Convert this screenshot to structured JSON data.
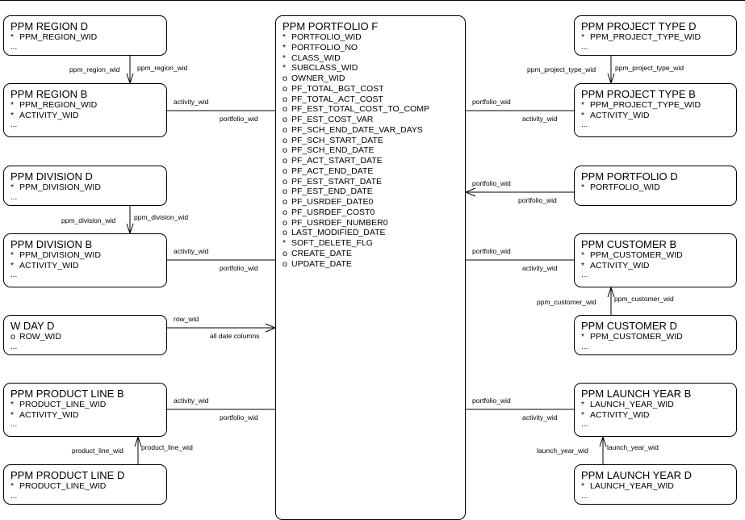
{
  "fact": {
    "title": "PPM PORTFOLIO F",
    "attributes": [
      {
        "sym": "*",
        "name": "PORTFOLIO_WID"
      },
      {
        "sym": "*",
        "name": "PORTFOLIO_NO"
      },
      {
        "sym": "*",
        "name": "CLASS_WID"
      },
      {
        "sym": "*",
        "name": "SUBCLASS_WID"
      },
      {
        "sym": "o",
        "name": "OWNER_WID"
      },
      {
        "sym": "o",
        "name": "PF_TOTAL_BGT_COST"
      },
      {
        "sym": "o",
        "name": "PF_TOTAL_ACT_COST"
      },
      {
        "sym": "o",
        "name": "PF_EST_TOTAL_COST_TO_COMP"
      },
      {
        "sym": "o",
        "name": "PF_EST_COST_VAR"
      },
      {
        "sym": "o",
        "name": "PF_SCH_END_DATE_VAR_DAYS"
      },
      {
        "sym": "o",
        "name": "PF_SCH_START_DATE"
      },
      {
        "sym": "o",
        "name": "PF_SCH_END_DATE"
      },
      {
        "sym": "o",
        "name": "PF_ACT_START_DATE"
      },
      {
        "sym": "o",
        "name": "PF_ACT_END_DATE"
      },
      {
        "sym": "o",
        "name": "PF_EST_START_DATE"
      },
      {
        "sym": "o",
        "name": "PF_EST_END_DATE"
      },
      {
        "sym": "o",
        "name": "PF_USRDEF_DATE0"
      },
      {
        "sym": "o",
        "name": "PF_USRDEF_COST0"
      },
      {
        "sym": "o",
        "name": "PF_USRDEF_NUMBER0"
      },
      {
        "sym": "o",
        "name": "LAST_MODIFIED_DATE"
      },
      {
        "sym": "*",
        "name": "SOFT_DELETE_FLG"
      },
      {
        "sym": "o",
        "name": "CREATE_DATE"
      },
      {
        "sym": "o",
        "name": "UPDATE_DATE"
      }
    ]
  },
  "entities": {
    "region_d": {
      "title": "PPM REGION D",
      "attributes": [
        {
          "sym": "*",
          "name": "PPM_REGION_WID"
        }
      ],
      "more": "..."
    },
    "region_b": {
      "title": "PPM REGION B",
      "attributes": [
        {
          "sym": "*",
          "name": "PPM_REGION_WID"
        },
        {
          "sym": "*",
          "name": "ACTIVITY_WID"
        }
      ],
      "more": "..."
    },
    "division_d": {
      "title": "PPM DIVISION D",
      "attributes": [
        {
          "sym": "*",
          "name": "PPM_DIVISION_WID"
        }
      ],
      "more": "..."
    },
    "division_b": {
      "title": "PPM DIVISION B",
      "attributes": [
        {
          "sym": "*",
          "name": "PPM_DIVISION_WID"
        },
        {
          "sym": "*",
          "name": "ACTIVITY_WID"
        }
      ],
      "more": "..."
    },
    "w_day_d": {
      "title": "W DAY D",
      "attributes": [
        {
          "sym": "o",
          "name": "ROW_WID"
        }
      ],
      "more": "..."
    },
    "product_line_b": {
      "title": "PPM PRODUCT LINE B",
      "attributes": [
        {
          "sym": "*",
          "name": "PRODUCT_LINE_WID"
        },
        {
          "sym": "*",
          "name": "ACTIVITY_WID"
        }
      ],
      "more": "..."
    },
    "product_line_d": {
      "title": "PPM PRODUCT LINE D",
      "attributes": [
        {
          "sym": "*",
          "name": "PRODUCT_LINE_WID"
        }
      ],
      "more": "..."
    },
    "project_type_d": {
      "title": "PPM PROJECT TYPE D",
      "attributes": [
        {
          "sym": "*",
          "name": "PPM_PROJECT_TYPE_WID"
        }
      ],
      "more": "..."
    },
    "project_type_b": {
      "title": "PPM PROJECT TYPE B",
      "attributes": [
        {
          "sym": "*",
          "name": "PPM_PROJECT_TYPE_WID"
        },
        {
          "sym": "*",
          "name": "ACTIVITY_WID"
        }
      ],
      "more": "..."
    },
    "portfolio_d": {
      "title": "PPM PORTFOLIO D",
      "attributes": [
        {
          "sym": "*",
          "name": "PORTFOLIO_WID"
        }
      ],
      "more": ""
    },
    "customer_b": {
      "title": "PPM CUSTOMER B",
      "attributes": [
        {
          "sym": "*",
          "name": "PPM_CUSTOMER_WID"
        },
        {
          "sym": "*",
          "name": "ACTIVITY_WID"
        }
      ],
      "more": "..."
    },
    "customer_d": {
      "title": "PPM CUSTOMER D",
      "attributes": [
        {
          "sym": "*",
          "name": "PPM_CUSTOMER_WID"
        }
      ],
      "more": "..."
    },
    "launch_year_b": {
      "title": "PPM LAUNCH YEAR B",
      "attributes": [
        {
          "sym": "*",
          "name": "LAUNCH_YEAR_WID"
        },
        {
          "sym": "*",
          "name": "ACTIVITY_WID"
        }
      ],
      "more": "..."
    },
    "launch_year_d": {
      "title": "PPM LAUNCH YEAR D",
      "attributes": [
        {
          "sym": "*",
          "name": "LAUNCH_YEAR_WID"
        }
      ],
      "more": "..."
    }
  },
  "relationships": {
    "region": {
      "parent_key": "ppm_region_wid",
      "child_key": "ppm_region_wid"
    },
    "region_fact": {
      "bridge_key": "activity_wid",
      "fact_key": "portfolio_wid"
    },
    "division": {
      "parent_key": "ppm_division_wid",
      "child_key": "ppm_division_wid"
    },
    "division_fact": {
      "bridge_key": "activity_wid",
      "fact_key": "portfolio_wid"
    },
    "day_fact": {
      "dim_key": "row_wid",
      "fact_key": "all date columns"
    },
    "product_line_fact": {
      "bridge_key": "activity_wid",
      "fact_key": "portfolio_wid"
    },
    "product_line": {
      "parent_key": "product_line_wid",
      "child_key": "product_line_wid"
    },
    "project_type": {
      "parent_key": "ppm_project_type_wid",
      "child_key": "ppm_project_type_wid"
    },
    "project_type_fact": {
      "fact_key": "portfolio_wid",
      "bridge_key": "activity_wid"
    },
    "portfolio_fact": {
      "fact_key": "portfolio_wid",
      "dim_key": "portfolio_wid"
    },
    "customer_fact": {
      "fact_key": "portfolio_wid",
      "bridge_key": "activity_wid"
    },
    "customer": {
      "parent_key": "ppm_customer_wid",
      "child_key": "ppm_customer_wid"
    },
    "launch_year_fact": {
      "fact_key": "portfolio_wid",
      "bridge_key": "activity_wid"
    },
    "launch_year": {
      "parent_key": "launch_year_wid",
      "child_key": "launch_year_wid"
    }
  }
}
